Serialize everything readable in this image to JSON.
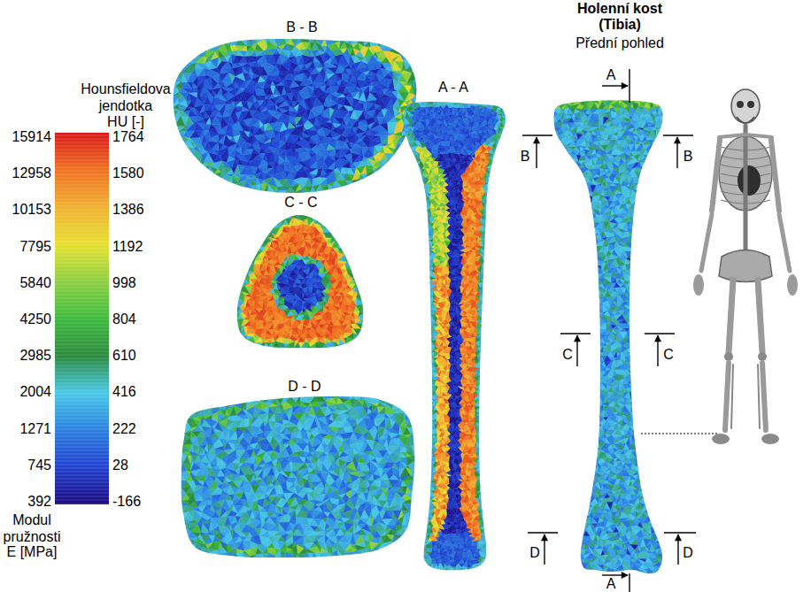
{
  "diagram": {
    "title": "Holenní kost (Tibia)",
    "labels": [
      "Hounsfieldova jendotka",
      "HU [-]",
      "15914",
      "12958",
      "10153",
      "7795",
      "5840",
      "4250",
      "2985",
      "2004",
      "1271",
      "745",
      "392",
      "1764",
      "1580",
      "1386",
      "1192",
      "998",
      "804",
      "610",
      "416",
      "222",
      "28",
      "-166",
      "Modul pružnosti",
      "E [MPa]",
      "B - B",
      "C - C",
      "D - D",
      "A - A",
      "Přední pohled",
      "A",
      "B",
      "B",
      "C",
      "C",
      "D",
      "D",
      "A"
    ]
  }
}
